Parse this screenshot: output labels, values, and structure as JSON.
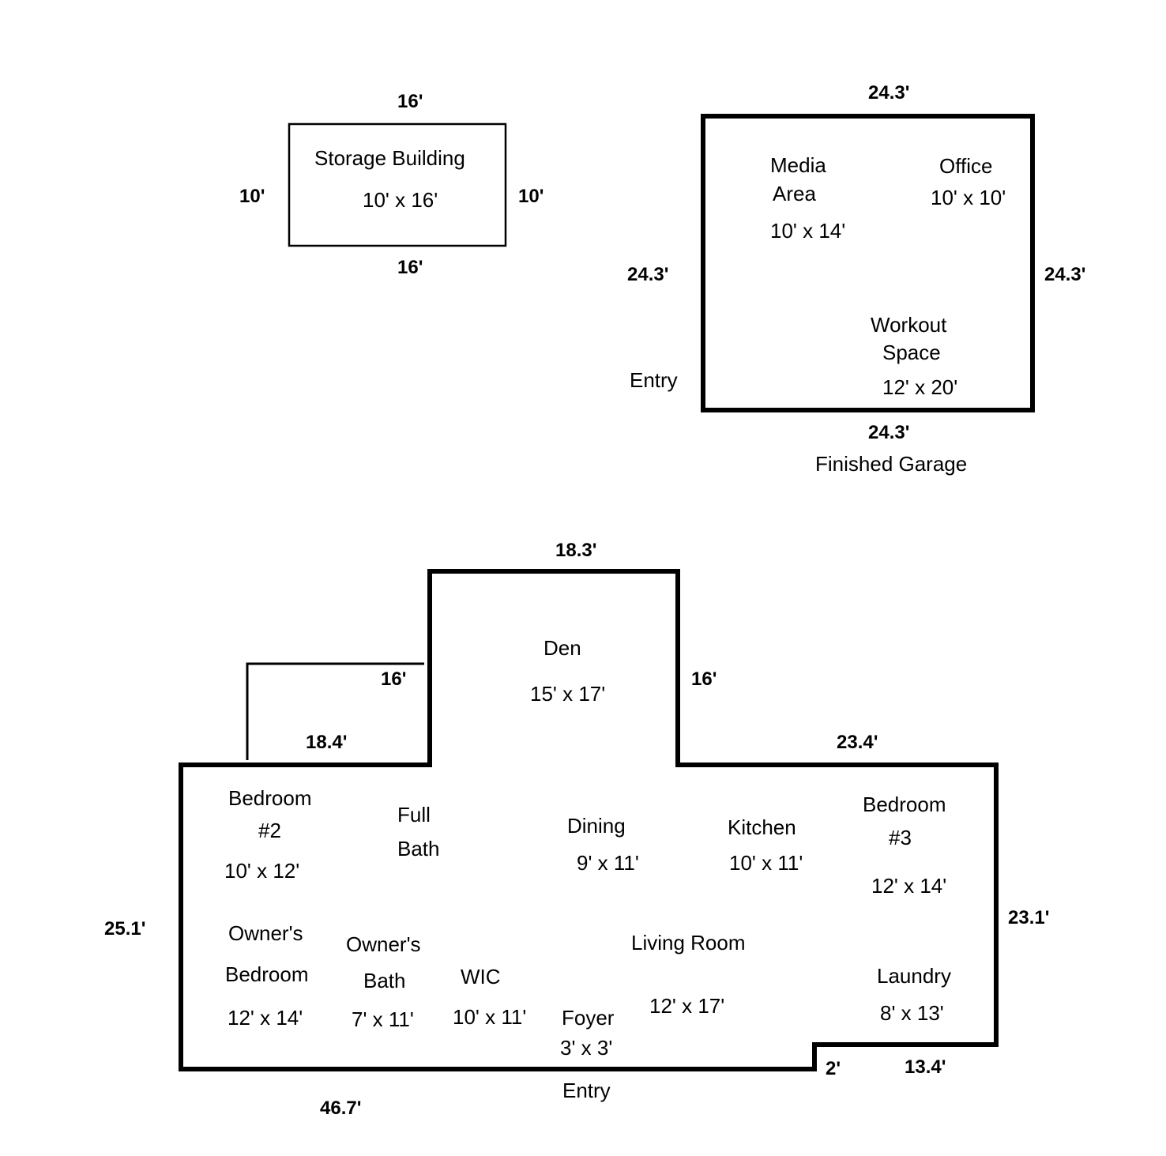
{
  "storage_building": {
    "name": "Storage Building",
    "size": "10' x 16'",
    "dims": {
      "top": "16'",
      "bottom": "16'",
      "left": "10'",
      "right": "10'"
    }
  },
  "garage": {
    "caption": "Finished Garage",
    "entry": "Entry",
    "dims": {
      "top": "24.3'",
      "bottom": "24.3'",
      "left": "24.3'",
      "right": "24.3'"
    },
    "rooms": {
      "media": {
        "name_line1": "Media",
        "name_line2": "Area",
        "size": "10' x 14'"
      },
      "office": {
        "name": "Office",
        "size": "10' x 10'"
      },
      "workout": {
        "name_line1": "Workout",
        "name_line2": "Space",
        "size": "12' x 20'"
      }
    }
  },
  "house": {
    "entry": "Entry",
    "dims": {
      "den_top": "18.3'",
      "den_left": "16'",
      "den_right": "16'",
      "left_top": "18.4'",
      "right_top": "23.4'",
      "left_side": "25.1'",
      "right_side": "23.1'",
      "bottom": "46.7'",
      "step": "2'",
      "bottom_right": "13.4'"
    },
    "rooms": {
      "den": {
        "name": "Den",
        "size": "15' x 17'"
      },
      "bedroom2": {
        "name_line1": "Bedroom",
        "name_line2": "#2",
        "size": "10' x 12'"
      },
      "full_bath": {
        "name_line1": "Full",
        "name_line2": "Bath"
      },
      "dining": {
        "name": "Dining",
        "size": "9' x 11'"
      },
      "kitchen": {
        "name": "Kitchen",
        "size": "10' x 11'"
      },
      "bedroom3": {
        "name_line1": "Bedroom",
        "name_line2": "#3",
        "size": "12' x 14'"
      },
      "owners_bedroom": {
        "name_line1": "Owner's",
        "name_line2": "Bedroom",
        "size": "12' x 14'"
      },
      "owners_bath": {
        "name_line1": "Owner's",
        "name_line2": "Bath",
        "size": "7' x 11'"
      },
      "wic": {
        "name": "WIC",
        "size": "10' x 11'"
      },
      "foyer": {
        "name": "Foyer",
        "size": "3' x 3'"
      },
      "living_room": {
        "name": "Living Room",
        "size": "12' x 17'"
      },
      "laundry": {
        "name": "Laundry",
        "size": "8' x 13'"
      }
    }
  }
}
